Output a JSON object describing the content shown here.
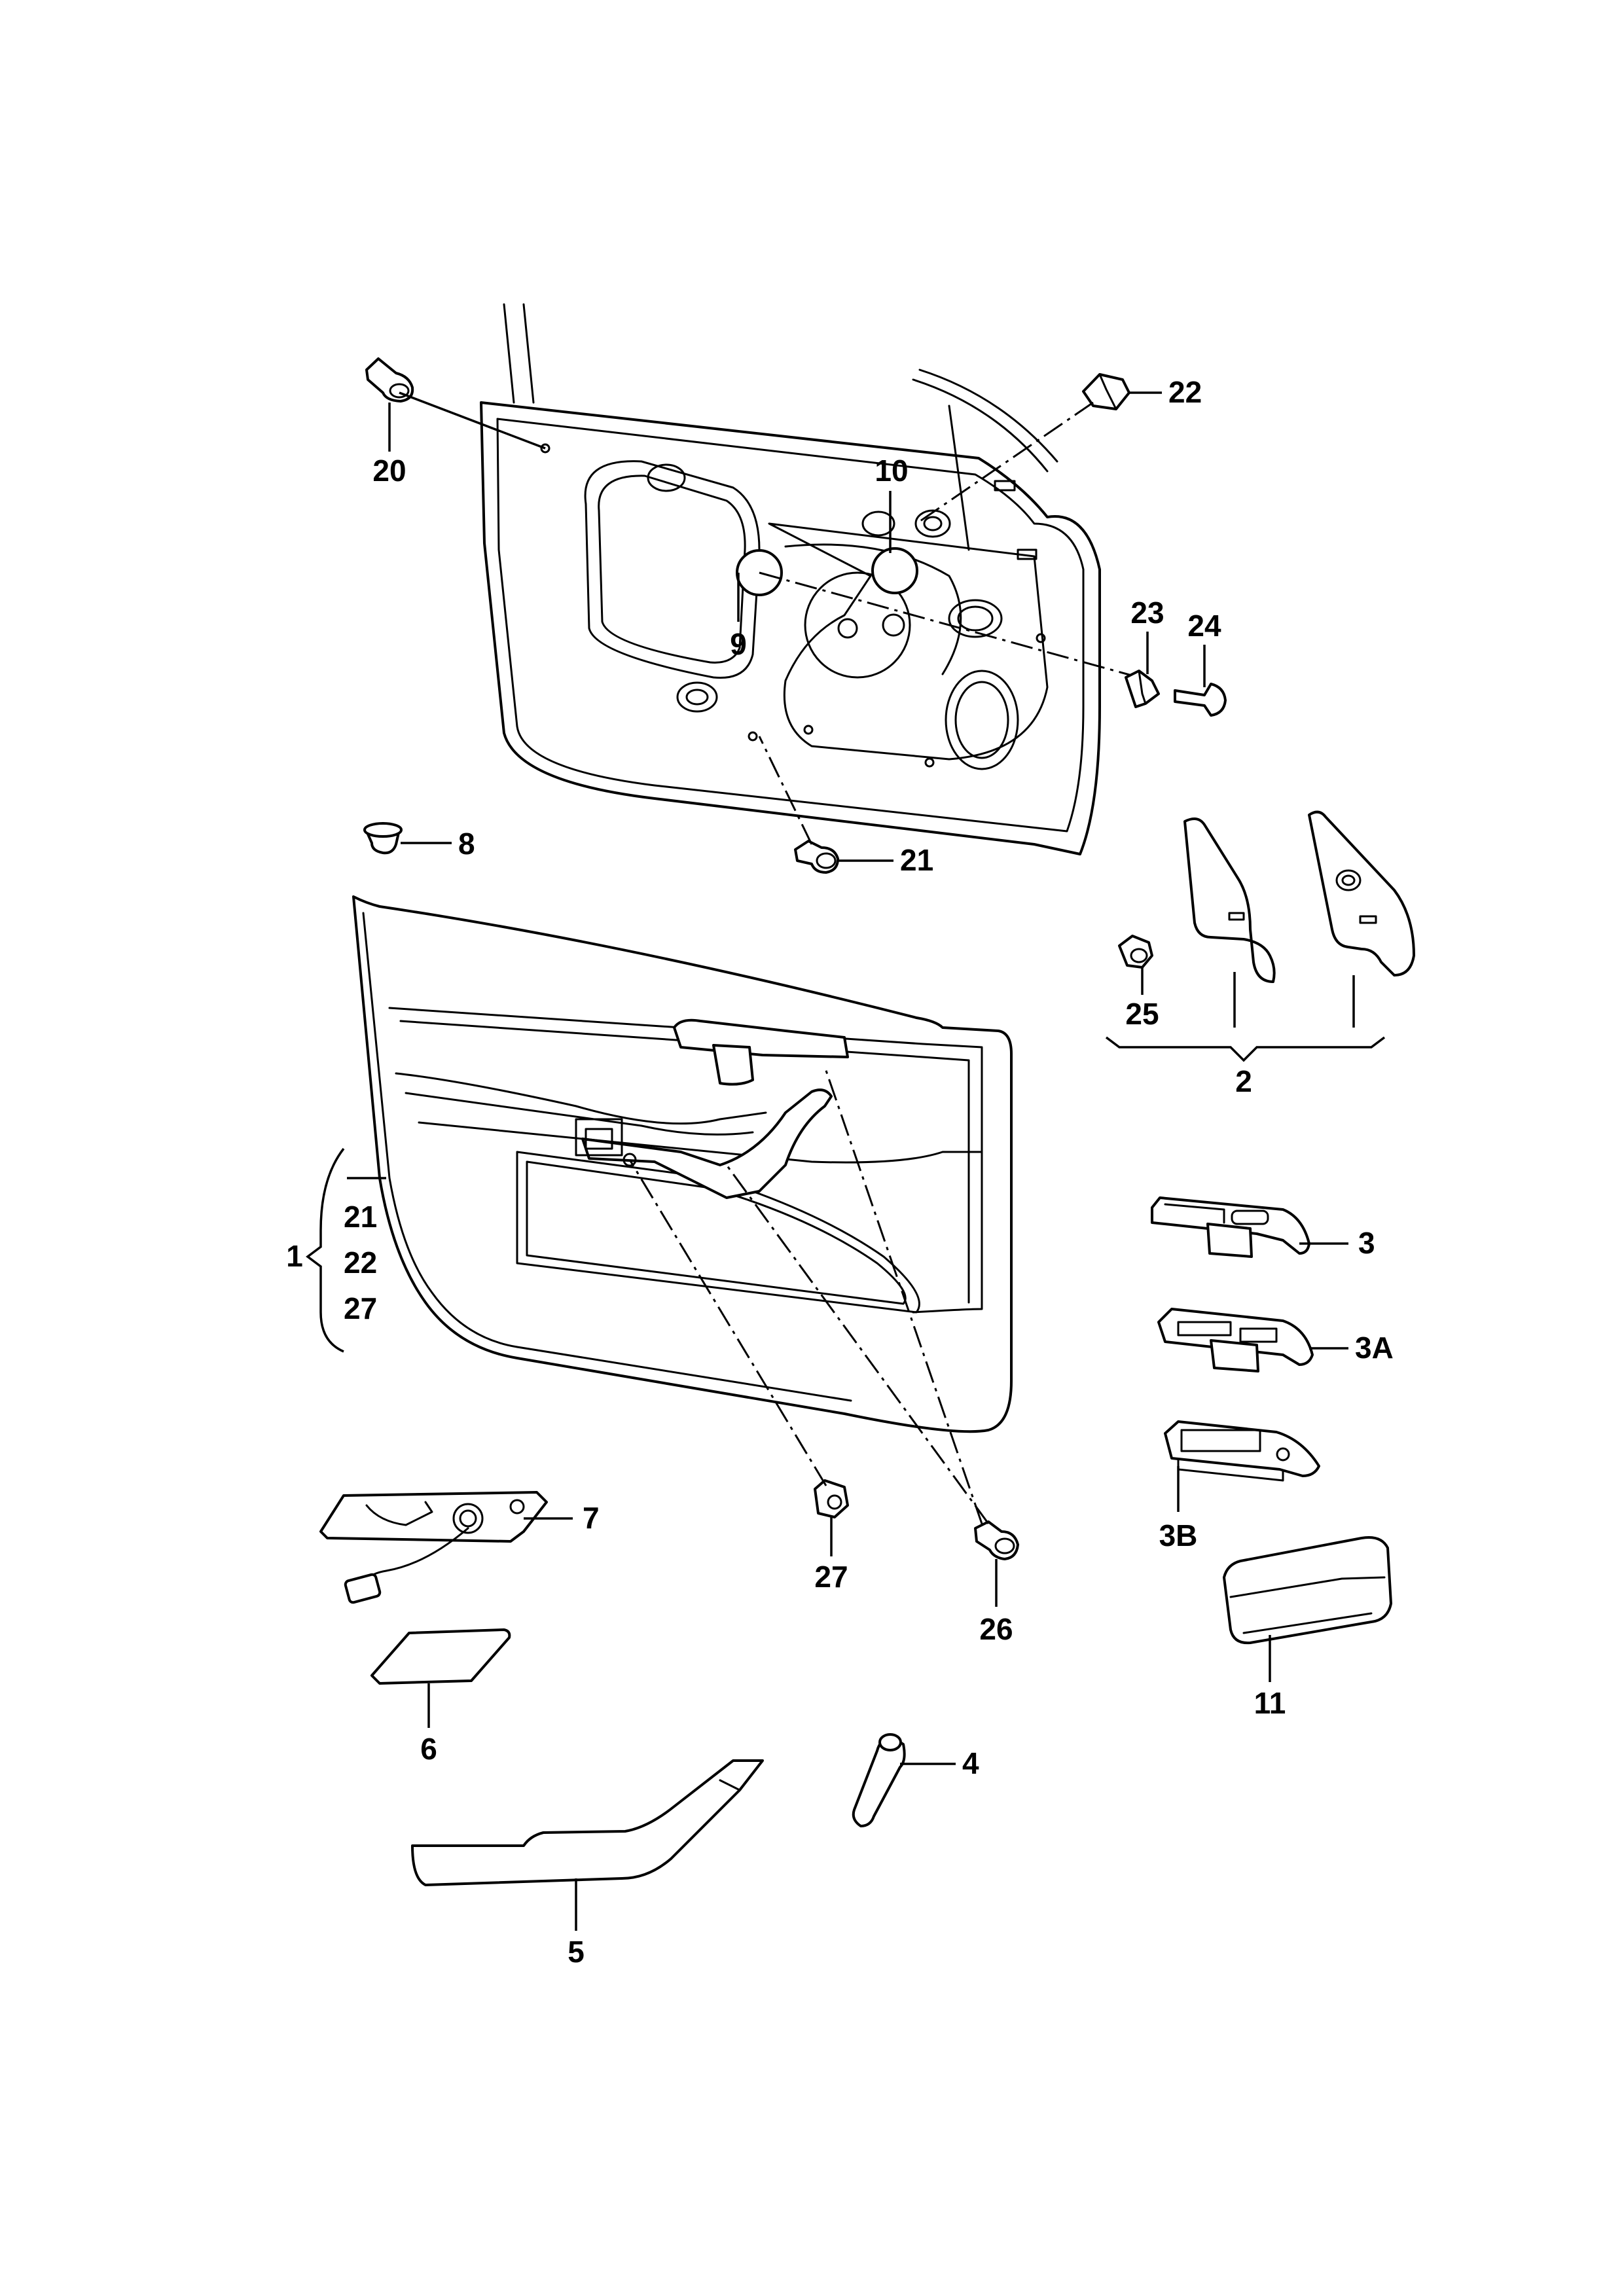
{
  "labels": {
    "p1": "1",
    "p1_sub": [
      "21",
      "22",
      "27"
    ],
    "p2": "2",
    "p3": "3",
    "p3a": "3A",
    "p3b": "3B",
    "p4": "4",
    "p5": "5",
    "p6": "6",
    "p7": "7",
    "p8": "8",
    "p9": "9",
    "p10": "10",
    "p11": "11",
    "p20": "20",
    "p21": "21",
    "p22": "22",
    "p23": "23",
    "p24": "24",
    "p25": "25",
    "p26": "26",
    "p27": "27"
  }
}
